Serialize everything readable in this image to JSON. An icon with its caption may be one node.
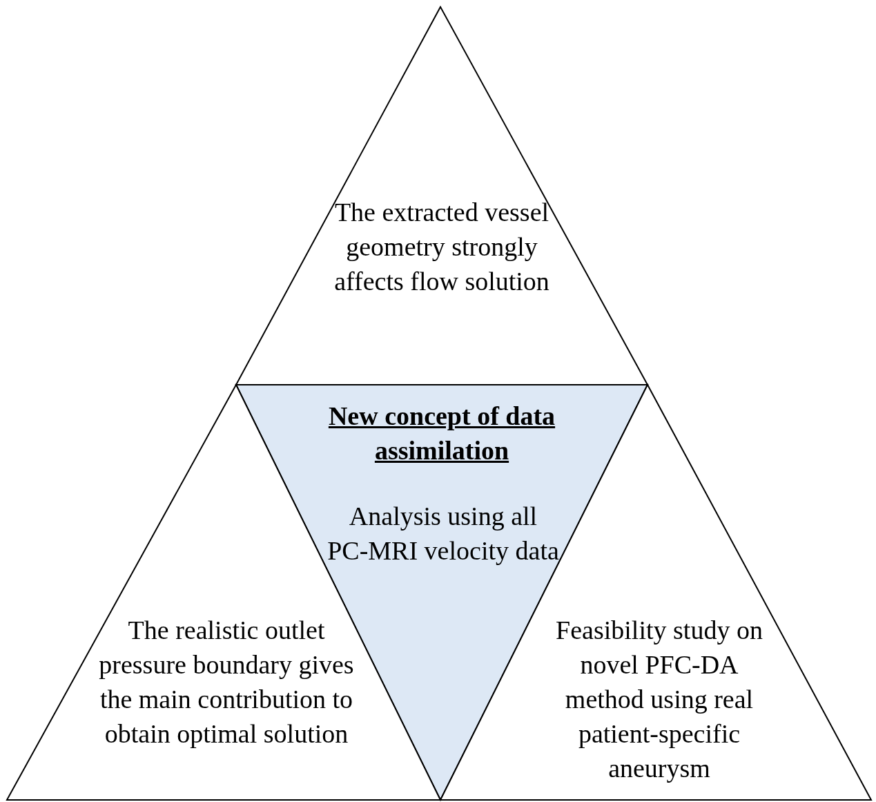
{
  "diagram": {
    "nodes": [
      {
        "text": [
          "The extracted vessel geometry strongly affects flow solution"
        ]
      },
      {
        "text": [
          "New concept of data assimilation",
          "Analysis using all PC-MRI velocity data"
        ]
      },
      {
        "text": [
          "The realistic outlet pressure boundary gives the main contribution to obtain optimal solution"
        ]
      },
      {
        "text": [
          "Feasibility study on novel PFC-DA method using real patient-specific aneurysm"
        ]
      }
    ]
  }
}
